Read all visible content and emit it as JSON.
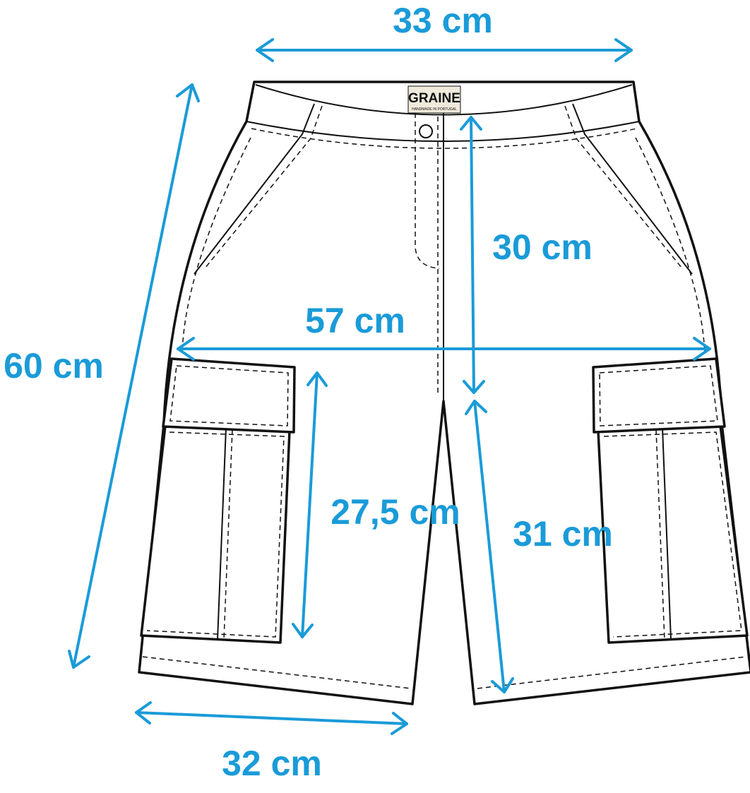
{
  "colors": {
    "dimension": "#1a9bd8",
    "outline": "#111111",
    "background": "#ffffff",
    "label_fill": "#efeadb"
  },
  "garment": {
    "type": "cargo shorts flat sketch",
    "label_brand": "GRAINE",
    "label_subtext": "HANDMADE IN PORTUGAL"
  },
  "dimensions": {
    "waist_width": "33 cm",
    "total_length": "60 cm",
    "rise": "30 cm",
    "hip_width": "57 cm",
    "pocket_length": "27,5 cm",
    "inseam": "31 cm",
    "leg_opening": "32 cm"
  }
}
